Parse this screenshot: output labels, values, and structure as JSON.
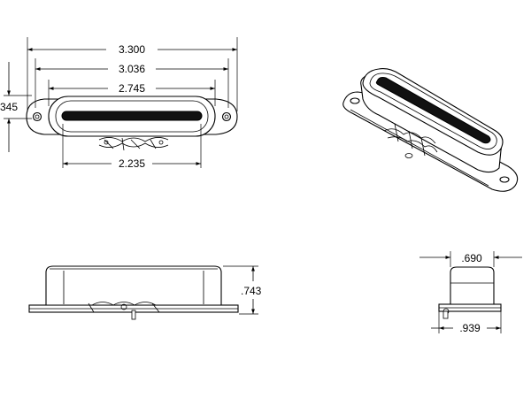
{
  "dimensions": {
    "overall_length": "3.300",
    "baseplate_length": "3.036",
    "cover_length": "2.745",
    "mount_spacing": "2.235",
    "height_offset": "345",
    "pickup_height": ".743",
    "cover_width": ".690",
    "base_width": ".939"
  }
}
